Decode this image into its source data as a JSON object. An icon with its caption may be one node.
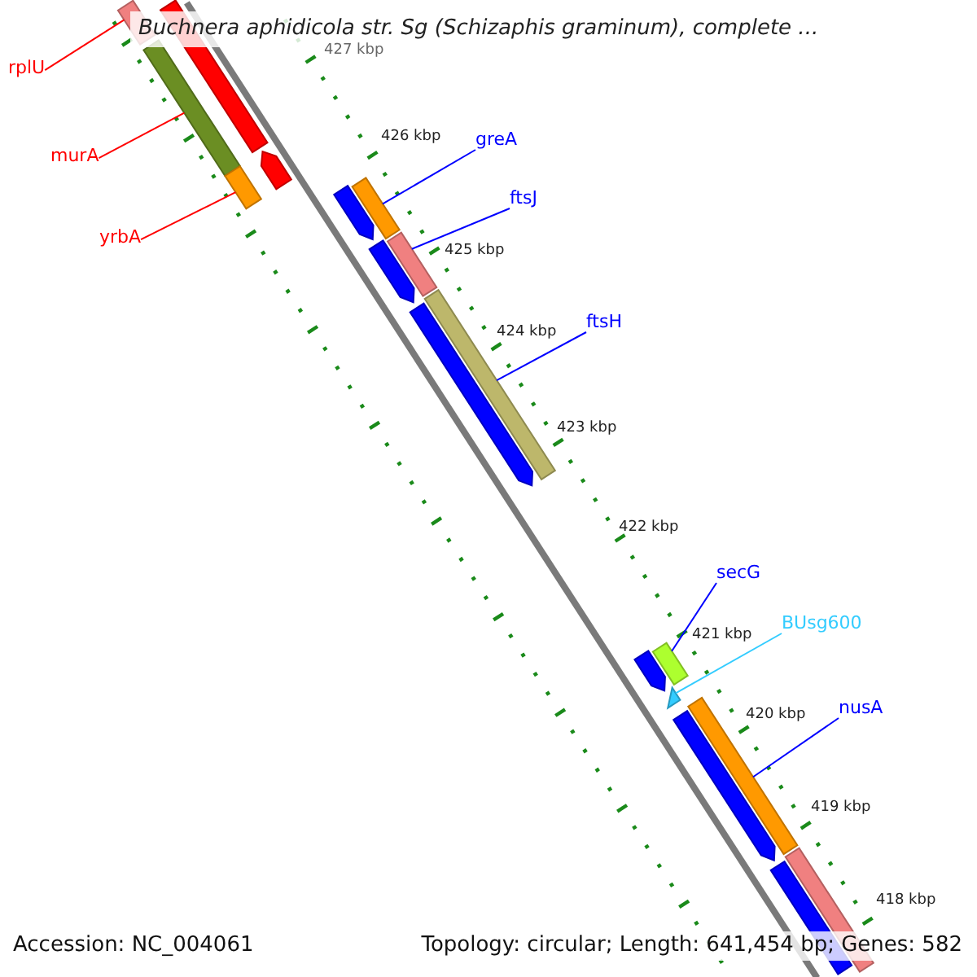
{
  "diagram": {
    "title": "Buchnera aphidicola str. Sg (Schizaphis graminum), complete ...",
    "nodes": [
      {
        "text": [
          "rplU"
        ]
      },
      {
        "text": [
          "murA"
        ]
      },
      {
        "text": [
          "yrbA"
        ]
      },
      {
        "text": [
          "greA"
        ]
      },
      {
        "text": [
          "ftsJ"
        ]
      },
      {
        "text": [
          "ftsH"
        ]
      },
      {
        "text": [
          "secG"
        ]
      },
      {
        "text": [
          "BUsg600"
        ]
      },
      {
        "text": [
          "nusA"
        ]
      },
      {
        "text": [],
        "shape": "bar"
      },
      {
        "text": [],
        "shape": "bar"
      },
      {
        "text": [],
        "shape": "bar"
      },
      {
        "text": [],
        "shape": "bar"
      },
      {
        "text": [],
        "shape": "arrow"
      },
      {
        "text": [],
        "shape": "arrow"
      },
      {
        "text": [],
        "shape": "bar"
      },
      {
        "text": [],
        "shape": "arrow"
      },
      {
        "text": [],
        "shape": "bar"
      },
      {
        "text": [],
        "shape": "arrow"
      },
      {
        "text": [],
        "shape": "bar"
      },
      {
        "text": [],
        "shape": "arrow"
      },
      {
        "text": [],
        "shape": "bar"
      },
      {
        "text": [],
        "shape": "triangle"
      },
      {
        "text": [],
        "shape": "arrow"
      },
      {
        "text": [],
        "shape": "bar"
      },
      {
        "text": [],
        "shape": "bar"
      },
      {
        "text": [],
        "shape": "bar"
      }
    ],
    "edges": [
      {
        "from": 0,
        "to": 9,
        "arrow": "none",
        "color": "#ff0000"
      },
      {
        "from": 1,
        "to": 10,
        "arrow": "none",
        "color": "#ff0000"
      },
      {
        "from": 2,
        "to": 12,
        "arrow": "none",
        "color": "#ff0000"
      },
      {
        "from": 3,
        "to": 15,
        "arrow": "none"
      },
      {
        "from": 4,
        "to": 17,
        "arrow": "none"
      },
      {
        "from": 5,
        "to": 19,
        "arrow": "none"
      },
      {
        "from": 6,
        "to": 21,
        "arrow": "none"
      },
      {
        "from": 7,
        "to": 22,
        "arrow": "none",
        "color": "#33ccff"
      },
      {
        "from": 8,
        "to": 24,
        "arrow": "none"
      }
    ],
    "labels": [
      "427 kbp",
      "426 kbp",
      "425 kbp",
      "424 kbp",
      "423 kbp",
      "422 kbp",
      "421 kbp",
      "420 kbp",
      "419 kbp",
      "418 kbp",
      "Accession: NC_004061",
      "Topology: circular; Length: 641,454 bp; Genes: 582"
    ]
  }
}
